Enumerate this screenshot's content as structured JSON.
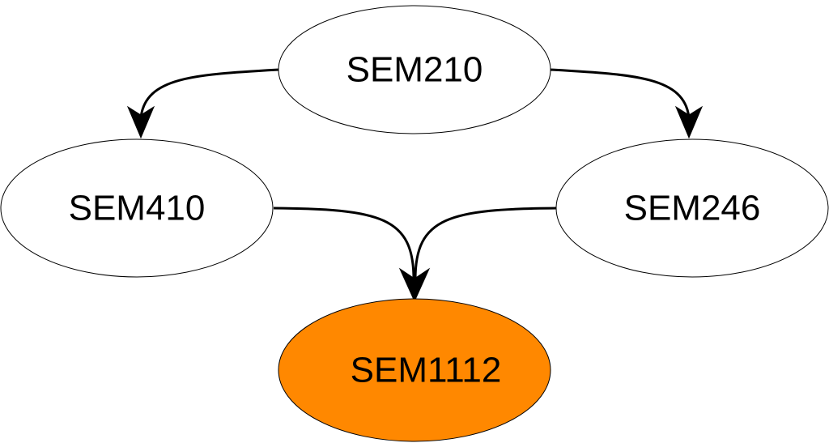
{
  "diagram": {
    "nodes": {
      "sem210": {
        "label": "SEM210",
        "fill": "#ffffff"
      },
      "sem410": {
        "label": "SEM410",
        "fill": "#ffffff"
      },
      "sem246": {
        "label": "SEM246",
        "fill": "#ffffff"
      },
      "sem1112": {
        "label": "SEM1112",
        "fill": "#ff8800"
      }
    },
    "edges": [
      {
        "from": "SEM210",
        "to": "SEM410"
      },
      {
        "from": "SEM210",
        "to": "SEM246"
      },
      {
        "from": "SEM410",
        "to": "SEM1112"
      },
      {
        "from": "SEM246",
        "to": "SEM1112"
      }
    ],
    "edge_color": "#000000"
  }
}
